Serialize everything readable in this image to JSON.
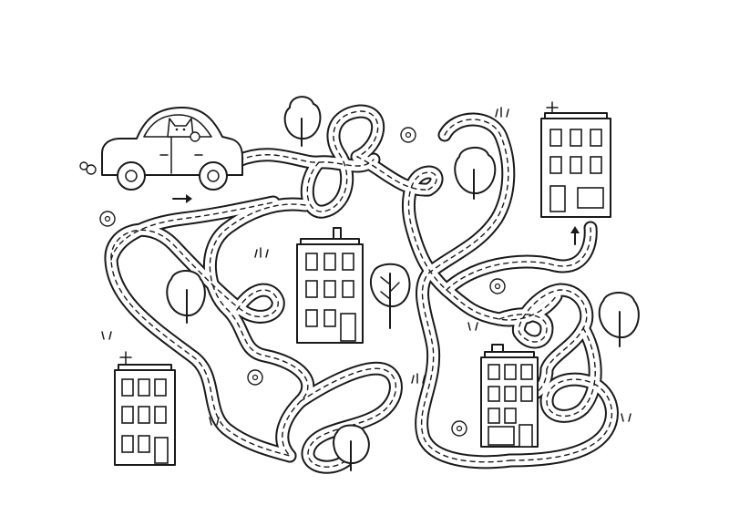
{
  "puzzle": {
    "type": "maze",
    "start": "car",
    "goal_candidates": [
      "building-top-right",
      "building-center",
      "building-bottom-left",
      "building-bottom-right"
    ]
  },
  "colors": {
    "ink": "#1a1a1a",
    "paper": "#ffffff"
  },
  "icons": {
    "start_arrow": "arrow-right-icon",
    "finish_arrow": "arrow-up-icon",
    "car": "car-icon",
    "driver": "cat-driver-icon",
    "tree": "tree-icon",
    "flower": "flower-icon",
    "grass": "grass-tuft-icon",
    "building": "building-icon"
  }
}
